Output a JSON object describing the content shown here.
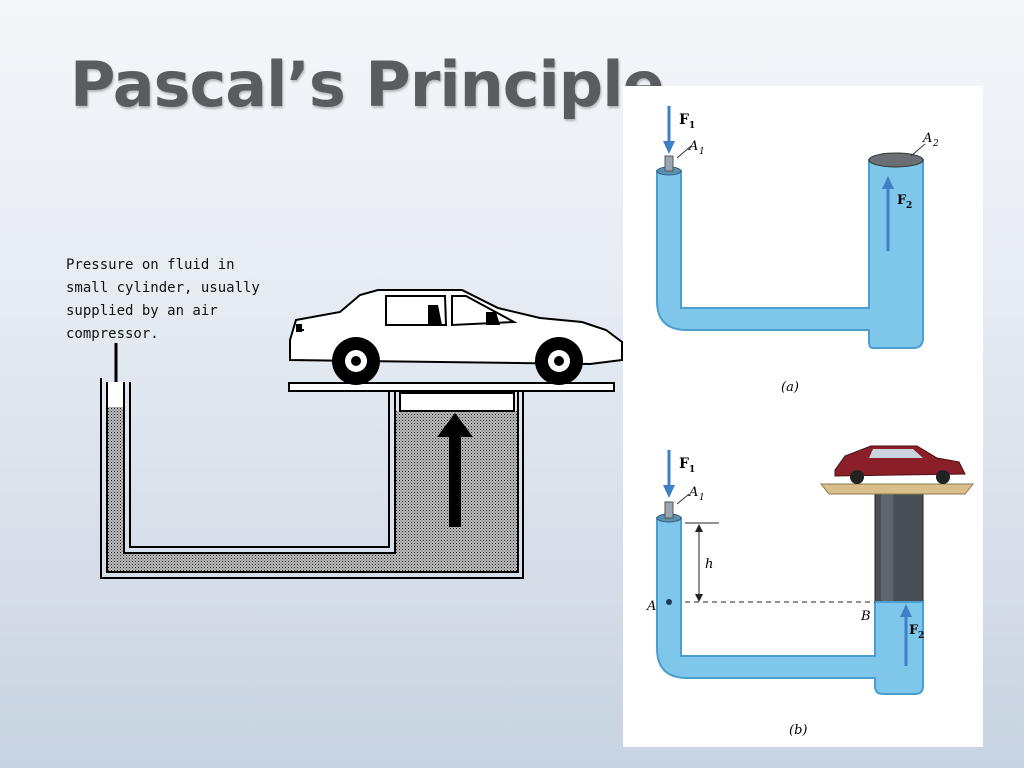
{
  "slide": {
    "title": "Pascal’s Principle",
    "caption_lines": [
      "Pressure on fluid in",
      "small cylinder, usually",
      "supplied by an air",
      "compressor."
    ]
  },
  "figure_a": {
    "force_in": "F",
    "force_in_sub": "1",
    "area_in": "A",
    "area_in_sub": "1",
    "area_out": "A",
    "area_out_sub": "2",
    "force_out": "F",
    "force_out_sub": "2",
    "panel_label": "(a)"
  },
  "figure_b": {
    "force_in": "F",
    "force_in_sub": "1",
    "area_in": "A",
    "area_in_sub": "1",
    "height_label": "h",
    "point_a": "A",
    "point_b": "B",
    "force_out": "F",
    "force_out_sub": "2",
    "panel_label": "(b)"
  },
  "colors": {
    "fluid": "#7fc7ea",
    "fluid_dark": "#4a9fcf",
    "arrow": "#3f7fc6",
    "car": "#8a1f2a",
    "platform": "#d9c08a",
    "title": "#5a5c60"
  }
}
